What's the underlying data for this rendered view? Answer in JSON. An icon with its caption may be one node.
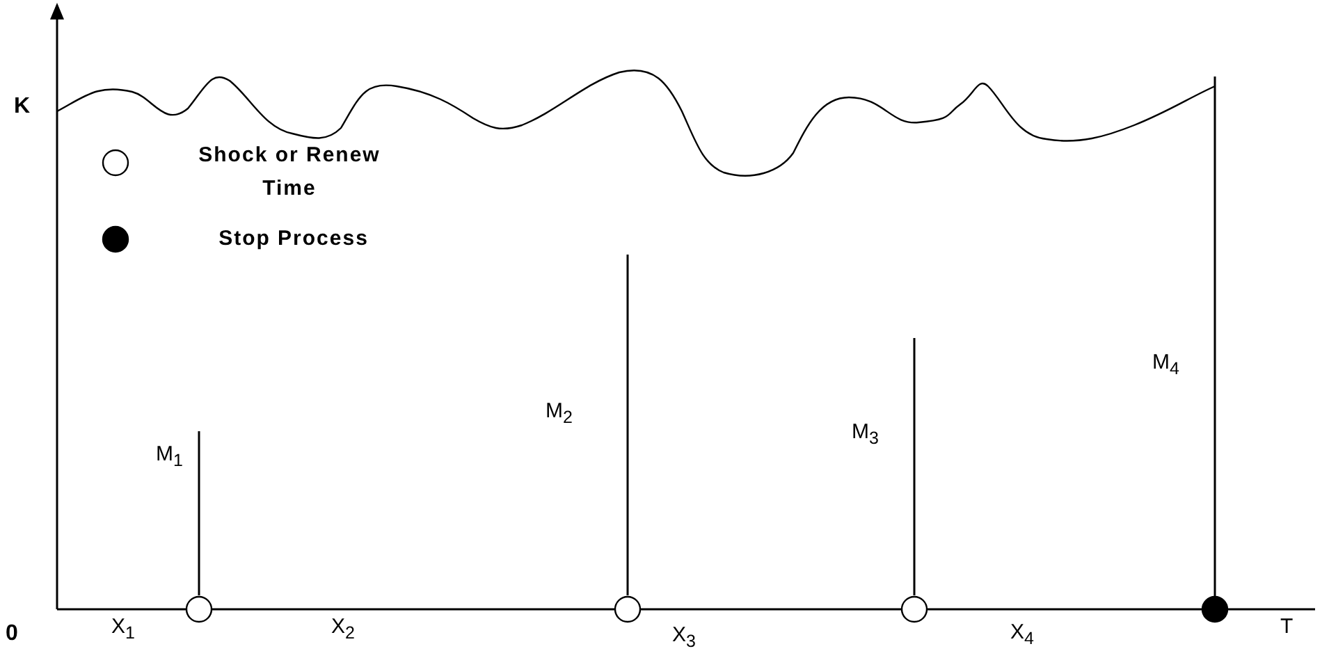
{
  "diagram": {
    "labels": [
      "K",
      "M$_{1}$",
      "M$_{2}$",
      "M$_{3}$",
      "M$_{4}$",
      "0",
      "X$_{1}$",
      "X$_{2}$",
      "X$_{3}$",
      "X$_{4}$",
      "T"
    ],
    "legend": [
      {
        "text": "Shock or Renew Time"
      },
      {
        "text": "Stop Process"
      }
    ]
  }
}
